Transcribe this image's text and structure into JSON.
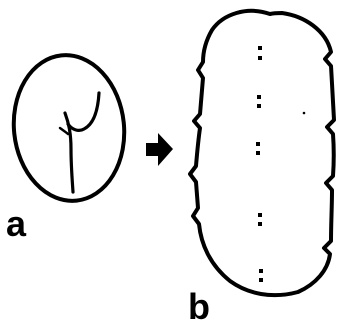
{
  "panels": [
    {
      "label": "a"
    },
    {
      "label": "b"
    }
  ],
  "icons": {
    "arrow": "right-pointing-block-arrow",
    "glyph": "hand-drawn-curved-stroke"
  },
  "colors": {
    "ink": "#000000",
    "background": "#ffffff"
  }
}
